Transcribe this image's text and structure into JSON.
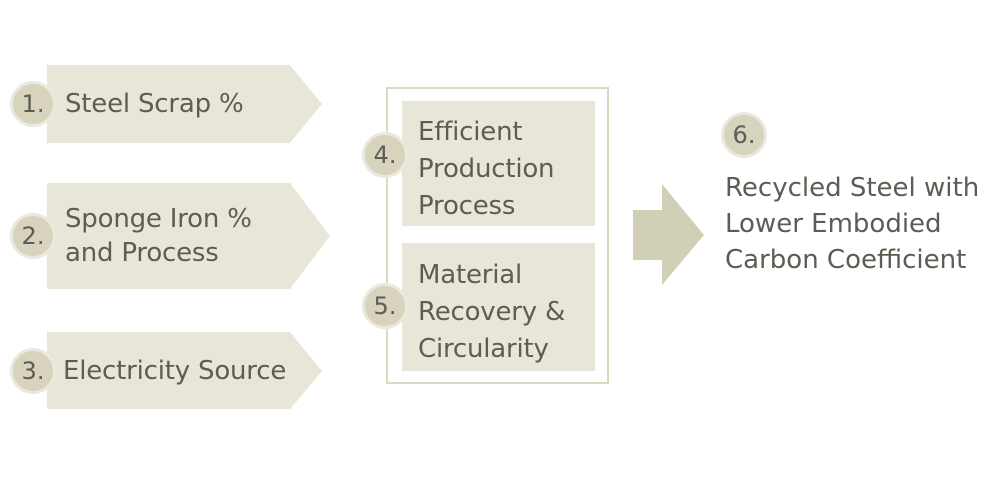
{
  "colors": {
    "panel": "#e8e6d8",
    "badge": "#d7d3bd",
    "badge_ring": "#ebe9dd",
    "arrow": "#d2cfb7",
    "frame": "#dcd8c3",
    "text": "#5d5d55"
  },
  "inputs": [
    {
      "number": "1.",
      "lines": [
        "Steel Scrap %"
      ]
    },
    {
      "number": "2.",
      "lines": [
        "Sponge Iron %",
        "and Process"
      ]
    },
    {
      "number": "3.",
      "lines": [
        "Electricity Source"
      ]
    }
  ],
  "process": [
    {
      "number": "4.",
      "lines": [
        "Efficient",
        "Production",
        "Process"
      ]
    },
    {
      "number": "5.",
      "lines": [
        "Material",
        "Recovery &",
        "Circularity"
      ]
    }
  ],
  "result": {
    "number": "6.",
    "lines": [
      "Recycled Steel with",
      "Lower Embodied",
      "Carbon Coefficient"
    ]
  }
}
